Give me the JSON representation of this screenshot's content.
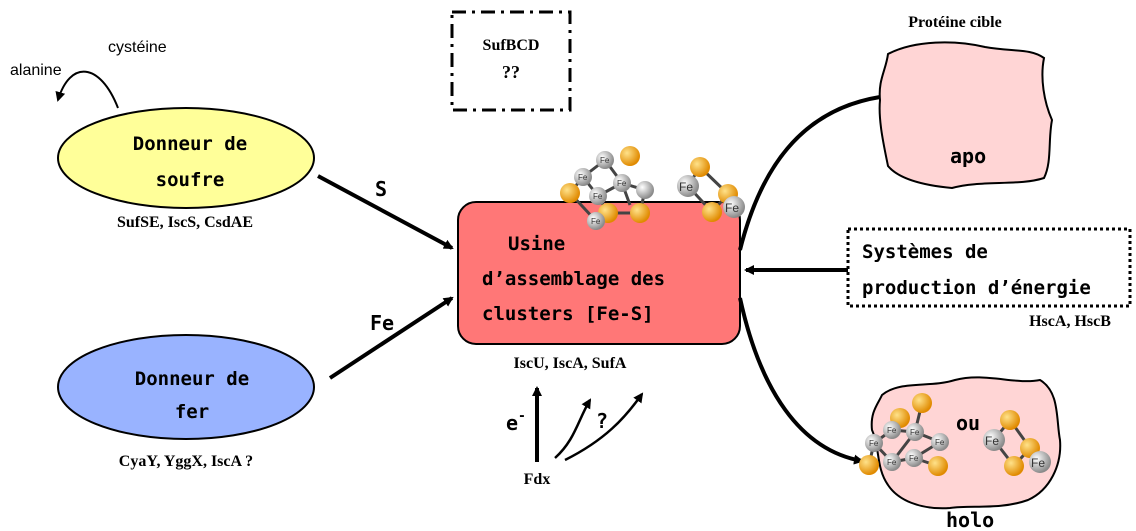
{
  "labels": {
    "cysteine": "cystéine",
    "alanine": "alanine",
    "sufbcd": "SufBCD",
    "sufbcd_q": "??",
    "sulfur_donor_line1": "Donneur de",
    "sulfur_donor_line2": "soufre",
    "sulfur_donor_proteins": "SufSE, IscS, CsdAE",
    "iron_donor_line1": "Donneur de",
    "iron_donor_line2": "fer",
    "iron_donor_proteins": "CyaY, YggX, IscA ?",
    "arrow_s": "S",
    "arrow_fe": "Fe",
    "factory_line1": "Usine",
    "factory_line2": "d’assemblage des",
    "factory_line3": "clusters [Fe-S]",
    "factory_proteins": "IscU, IscA, SufA",
    "electron": "e",
    "electron_sup": "-",
    "question": "?",
    "fdx": "Fdx",
    "target_protein": "Protéine cible",
    "apo": "apo",
    "energy_line1": "Systèmes de",
    "energy_line2": "production d’énergie",
    "energy_proteins": "HscA, HscB",
    "ou": "ou",
    "holo": "holo",
    "fe_atom": "Fe"
  },
  "colors": {
    "sulfur_donor_fill": "#ffff99",
    "iron_donor_fill": "#99b3ff",
    "factory_fill": "#ff7777",
    "protein_fill": "#ffd5d5",
    "sulfur_atom": "#f5a623",
    "iron_atom": "#bfbfbf"
  }
}
